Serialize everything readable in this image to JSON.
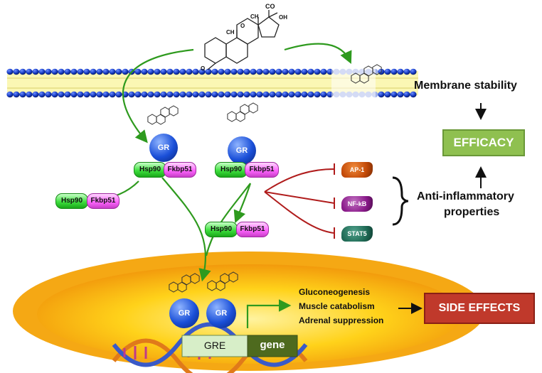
{
  "steroid_labels": {
    "co": "CO",
    "ch3_top": "CH",
    "oh_top": "OH",
    "ch3_left": "CH",
    "o_ring": "O",
    "o_left": "O"
  },
  "receptor": {
    "gr": "GR"
  },
  "chaperones": {
    "hsp90": "Hsp90",
    "fkbp51": "Fkbp51"
  },
  "transcription_factors": {
    "ap1": "AP-1",
    "nfkb": "NF-kB",
    "stat5": "STAT5"
  },
  "right_panel": {
    "membrane_stability": "Membrane stability",
    "efficacy": "EFFICACY",
    "anti_inflammatory_line1": "Anti-inflammatory",
    "anti_inflammatory_line2": "properties",
    "side_effects": "SIDE EFFECTS"
  },
  "nucleus": {
    "effects": [
      "Gluconeogenesis",
      "Muscle catabolism",
      "Adrenal suppression"
    ],
    "gre": "GRE",
    "gene": "gene"
  },
  "colors": {
    "arrow_green": "#2e9a1e",
    "inhibition_red": "#b01c1c",
    "efficacy_bg": "#8fc050",
    "side_effects_bg": "#c0392b",
    "nucleus": "#f5a814",
    "membrane_blue": "#1f3fa6",
    "membrane_yellow": "#fbf7b4"
  }
}
